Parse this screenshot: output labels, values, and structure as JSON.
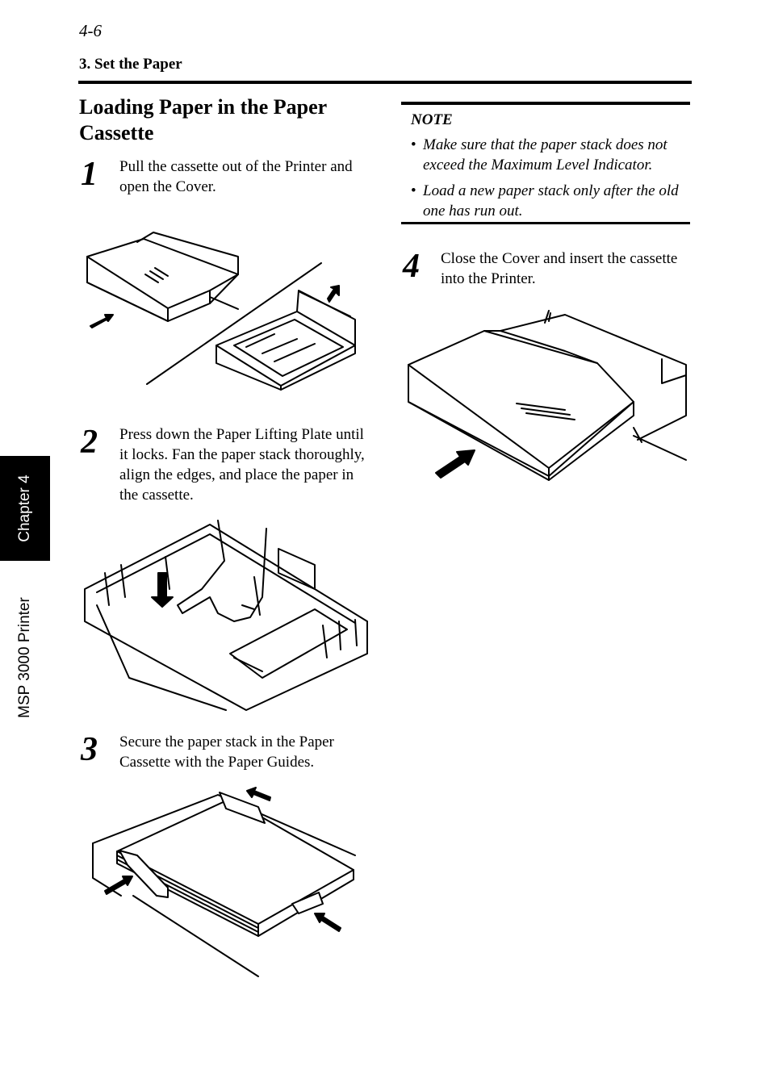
{
  "page": {
    "number": "4-6",
    "section_header": "3. Set the Paper"
  },
  "side_tab": {
    "chapter": "Chapter 4",
    "product": "MSP 3000 Printer"
  },
  "section": {
    "title": "Loading Paper in the Paper Cassette"
  },
  "steps": [
    {
      "number": "1",
      "text": "Pull the cassette out of the Printer and open the Cover."
    },
    {
      "number": "2",
      "text": "Press down the Paper Lifting Plate until it locks. Fan the paper stack thoroughly, align the edges, and place the paper in the cassette."
    },
    {
      "number": "3",
      "text": "Secure the paper stack in the Paper Cassette with the Paper Guides."
    },
    {
      "number": "4",
      "text": "Close the Cover and insert the cassette into the Printer."
    }
  ],
  "note": {
    "title": "NOTE",
    "items": [
      "Make sure that the paper stack does not exceed the Maximum Level Indicator.",
      "Load a new paper stack only after the old one has run out."
    ]
  }
}
